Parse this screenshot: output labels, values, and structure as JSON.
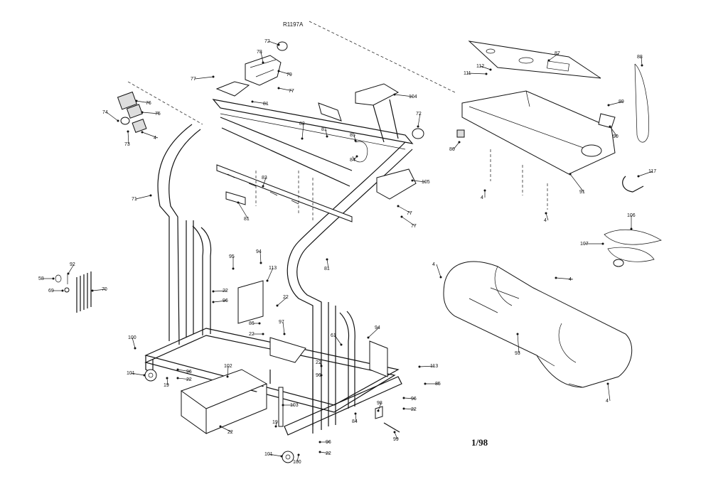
{
  "diagram": {
    "ref_code": "R1197A",
    "date_code": "1/98",
    "callouts": [
      {
        "id": "c72a",
        "text": "72"
      },
      {
        "id": "c78",
        "text": "78"
      },
      {
        "id": "c79",
        "text": "79"
      },
      {
        "id": "c77a",
        "text": "77"
      },
      {
        "id": "c77b",
        "text": "77"
      },
      {
        "id": "c81a",
        "text": "81"
      },
      {
        "id": "c76",
        "text": "76"
      },
      {
        "id": "c75",
        "text": "75"
      },
      {
        "id": "c74",
        "text": "74"
      },
      {
        "id": "c73",
        "text": "73"
      },
      {
        "id": "c4a",
        "text": "4"
      },
      {
        "id": "c82",
        "text": "82"
      },
      {
        "id": "c81b",
        "text": "81"
      },
      {
        "id": "c85a",
        "text": "85"
      },
      {
        "id": "c84a",
        "text": "84"
      },
      {
        "id": "c104",
        "text": "104"
      },
      {
        "id": "c72b",
        "text": "72"
      },
      {
        "id": "c71",
        "text": "71"
      },
      {
        "id": "c83",
        "text": "83"
      },
      {
        "id": "c81c",
        "text": "81"
      },
      {
        "id": "c105",
        "text": "105"
      },
      {
        "id": "c77c",
        "text": "77"
      },
      {
        "id": "c77d",
        "text": "77"
      },
      {
        "id": "c81d",
        "text": "81"
      },
      {
        "id": "c87",
        "text": "87"
      },
      {
        "id": "c112",
        "text": "112"
      },
      {
        "id": "c111",
        "text": "111"
      },
      {
        "id": "c88",
        "text": "88"
      },
      {
        "id": "c89",
        "text": "89"
      },
      {
        "id": "c90",
        "text": "90"
      },
      {
        "id": "c86",
        "text": "86"
      },
      {
        "id": "c4b",
        "text": "4"
      },
      {
        "id": "c4c",
        "text": "4"
      },
      {
        "id": "c91",
        "text": "91"
      },
      {
        "id": "c117",
        "text": "117"
      },
      {
        "id": "c106",
        "text": "106"
      },
      {
        "id": "c107",
        "text": "107"
      },
      {
        "id": "c4d",
        "text": "4"
      },
      {
        "id": "c4e",
        "text": "4"
      },
      {
        "id": "c93",
        "text": "93"
      },
      {
        "id": "c4f",
        "text": "4"
      },
      {
        "id": "c58",
        "text": "58"
      },
      {
        "id": "c92",
        "text": "92"
      },
      {
        "id": "c69",
        "text": "69"
      },
      {
        "id": "c70",
        "text": "70"
      },
      {
        "id": "c95a",
        "text": "95"
      },
      {
        "id": "c94a",
        "text": "94"
      },
      {
        "id": "c113a",
        "text": "113"
      },
      {
        "id": "c22a",
        "text": "22"
      },
      {
        "id": "c96a",
        "text": "96"
      },
      {
        "id": "c22b",
        "text": "22"
      },
      {
        "id": "c86b",
        "text": "86"
      },
      {
        "id": "c97",
        "text": "97"
      },
      {
        "id": "c22c",
        "text": "22"
      },
      {
        "id": "c100a",
        "text": "100"
      },
      {
        "id": "c101a",
        "text": "101"
      },
      {
        "id": "c19a",
        "text": "19"
      },
      {
        "id": "c96b",
        "text": "96"
      },
      {
        "id": "c22d",
        "text": "22"
      },
      {
        "id": "c102",
        "text": "102"
      },
      {
        "id": "c103",
        "text": "103"
      },
      {
        "id": "c22e",
        "text": "22"
      },
      {
        "id": "c19b",
        "text": "19"
      },
      {
        "id": "c101b",
        "text": "101"
      },
      {
        "id": "c100b",
        "text": "100"
      },
      {
        "id": "c96c",
        "text": "96"
      },
      {
        "id": "c22f",
        "text": "22"
      },
      {
        "id": "c61",
        "text": "61"
      },
      {
        "id": "c94b",
        "text": "94"
      },
      {
        "id": "c22g",
        "text": "22"
      },
      {
        "id": "c96d",
        "text": "96"
      },
      {
        "id": "c113b",
        "text": "113"
      },
      {
        "id": "c85b",
        "text": "85"
      },
      {
        "id": "c96e",
        "text": "96"
      },
      {
        "id": "c22h",
        "text": "22"
      },
      {
        "id": "c98",
        "text": "98"
      },
      {
        "id": "c84b",
        "text": "84"
      },
      {
        "id": "c99",
        "text": "99"
      }
    ]
  }
}
